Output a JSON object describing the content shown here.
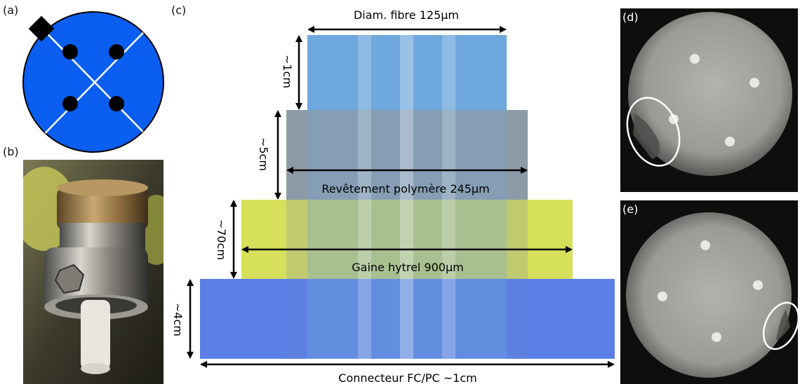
{
  "panels": {
    "a": "(a)",
    "b": "(b)",
    "c": "(c)",
    "d": "(d)",
    "e": "(e)"
  },
  "diagram": {
    "diam_fibre": "Diam. fibre 125µm",
    "len_1cm": "~1cm",
    "len_5cm": "~5cm",
    "revetement": "Revêtement polymère 245µm",
    "len_70cm": "~70cm",
    "gaine": "Gaine hytrel 900µm",
    "len_4cm": "~4cm",
    "connecteur": "Connecteur FC/PC ~1cm"
  },
  "colors": {
    "disc_blue": "#0a5ef0",
    "fibre_blue": "#6fa8dc",
    "coating_grey": "#8e9aa6",
    "hytrel_yellow": "#d6e05a",
    "connector_blue": "#5b7fe6"
  }
}
